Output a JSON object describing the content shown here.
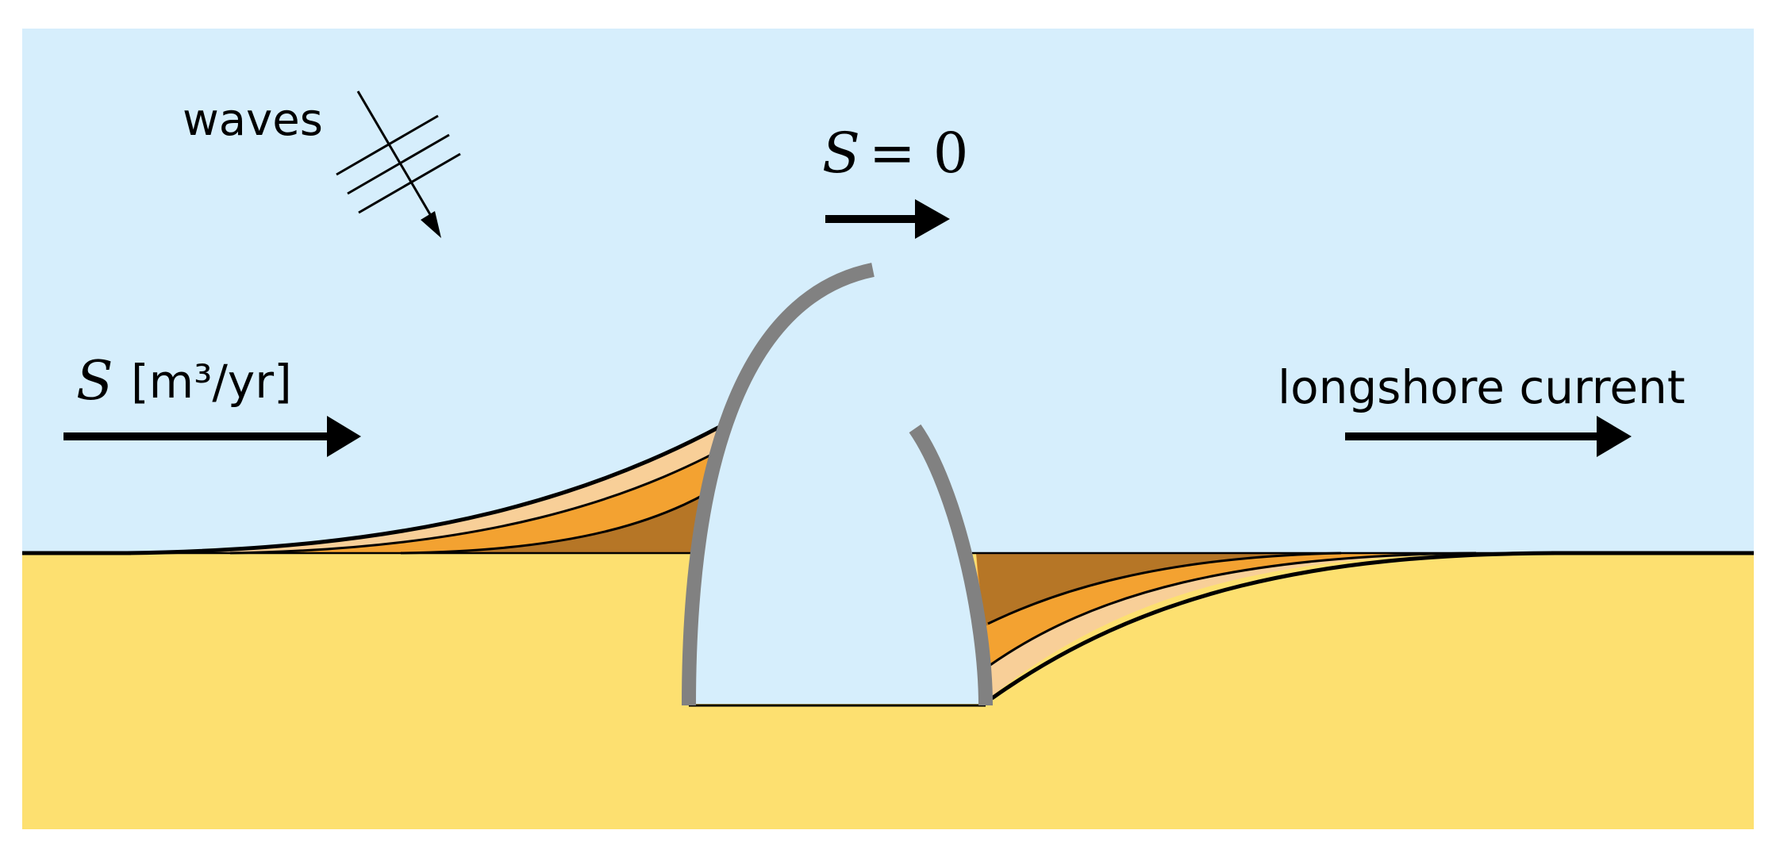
{
  "labels": {
    "waves": "waves",
    "flux_symbol": "S",
    "flux_units": "[m³/yr]",
    "zero_symbol": "S",
    "zero_equals": "= 0",
    "current": "longshore current"
  },
  "colors": {
    "sea": "#d6eefc",
    "beach": "#fde070",
    "layer_dark": "#b67626",
    "layer_mid": "#f3a231",
    "layer_light": "#f8cf98",
    "structure": "#818181",
    "ink": "#000000"
  },
  "icons": {
    "wave_marker": "wave-crests-with-direction-arrow",
    "flux_arrow": "right-arrow",
    "current_arrow": "right-arrow",
    "zero_flux_arrow": "right-arrow"
  }
}
